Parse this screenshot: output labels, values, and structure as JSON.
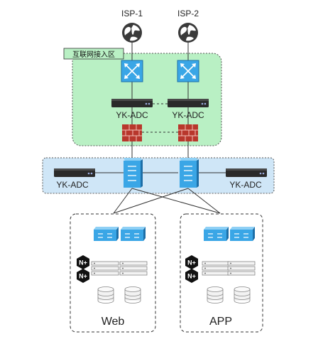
{
  "isp": [
    {
      "label": "ISP-1",
      "icon": "globe-icon"
    },
    {
      "label": "ISP-2",
      "icon": "globe-icon"
    }
  ],
  "internet_zone": {
    "label": "互联网接入区",
    "color": "#b9f0c4",
    "adcs": [
      "YK-ADC",
      "YK-ADC"
    ],
    "firewall_count": 2,
    "router_count": 2
  },
  "lb_zone": {
    "color": "#cfe6f7",
    "adc_left": "YK-ADC",
    "adc_right": "YK-ADC",
    "switch_count": 2
  },
  "clusters": [
    {
      "label": "Web",
      "switch_count": 2,
      "nginx_count": 2,
      "server_count": 2,
      "db_count": 2
    },
    {
      "label": "APP",
      "switch_count": 2,
      "nginx_count": 2,
      "server_count": 2,
      "db_count": 2
    }
  ],
  "colors": {
    "switch_blue": "#3aa6e6",
    "firewall_red": "#b8372c",
    "device_dark": "#2a2a2a",
    "nginx_black": "#111111"
  }
}
